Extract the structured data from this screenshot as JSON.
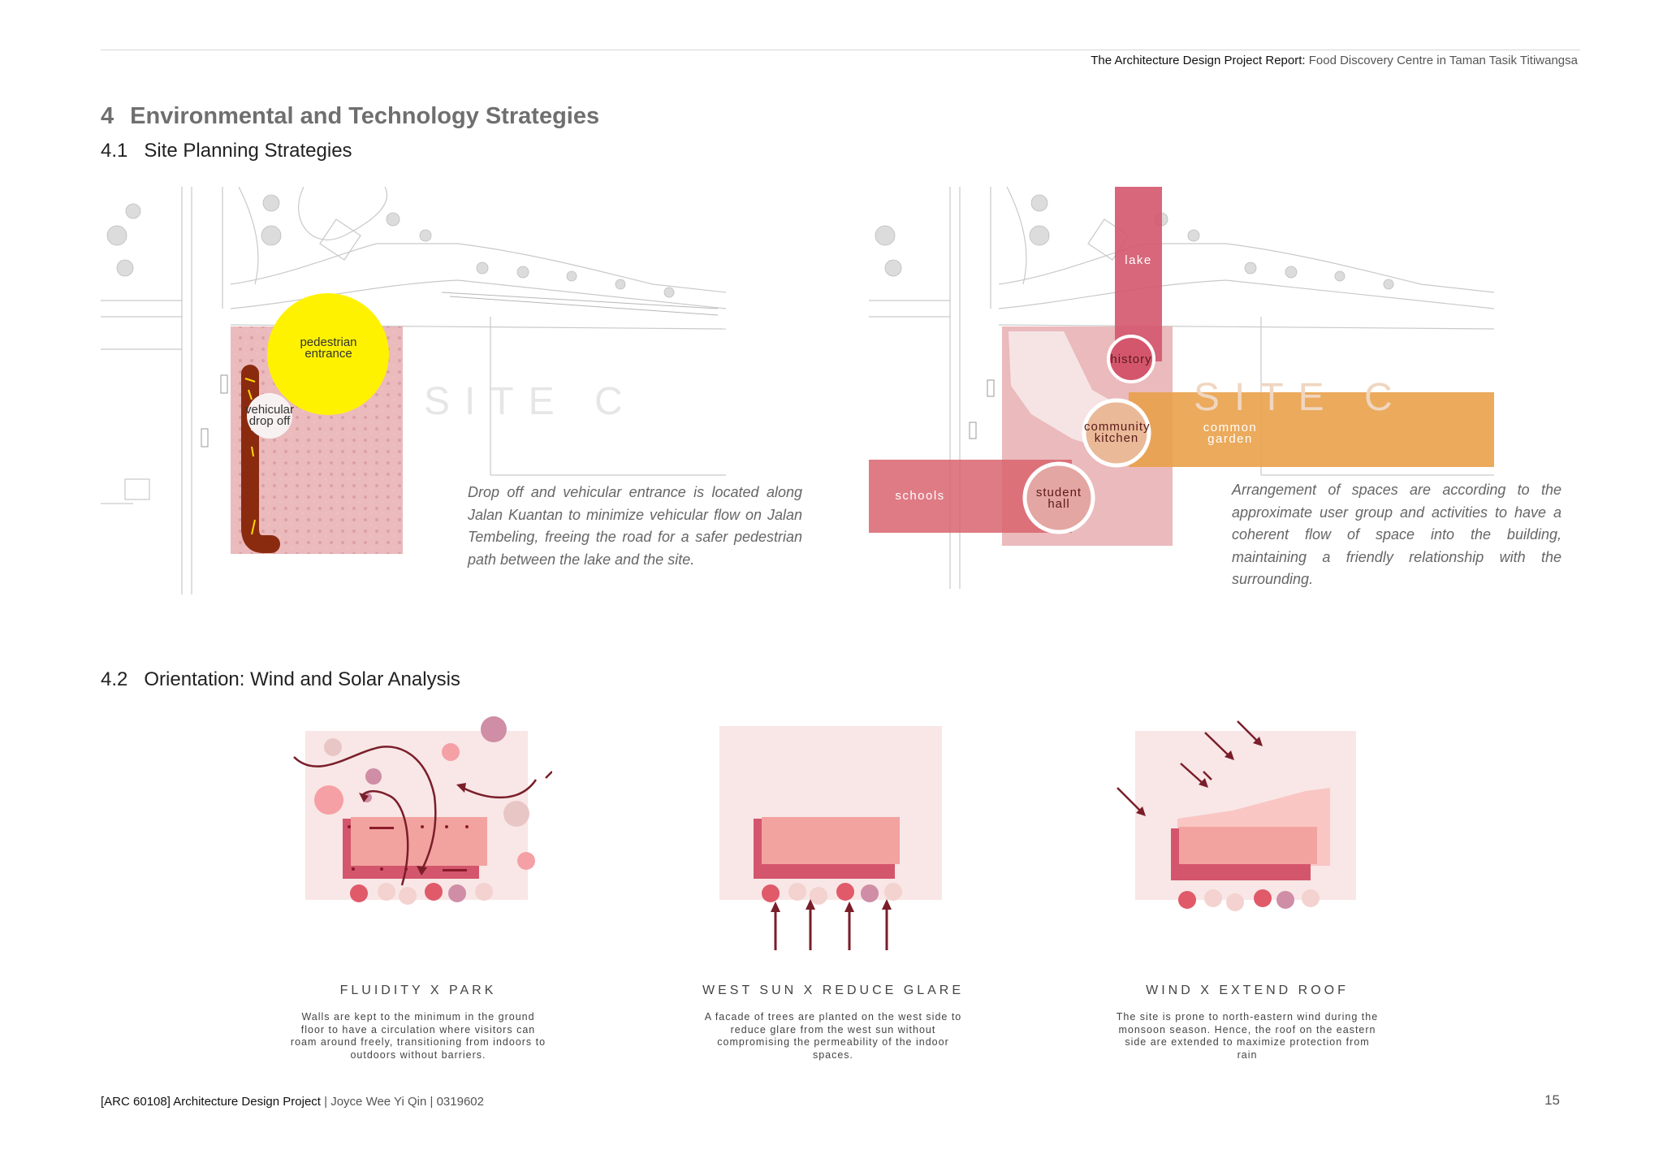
{
  "header": {
    "report": "The Architecture Design Project Report:",
    "subtitle": "Food Discovery Centre in Taman Tasik Titiwangsa"
  },
  "section": {
    "number": "4",
    "title": "Environmental and Technology Strategies"
  },
  "subsection1": {
    "number": "4.1",
    "title": "Site Planning Strategies"
  },
  "subsection2": {
    "number": "4.2",
    "title": "Orientation: Wind and Solar Analysis"
  },
  "map_left": {
    "site_label": "SITE C",
    "pedestrian_label": "pedestrian entrance",
    "vehicular_label": "vehicular drop off",
    "caption": "Drop off and vehicular entrance is located along Jalan Kuantan to minimize vehicular flow on Jalan Tembeling, freeing the road for a safer pedestrian path between the lake and the site."
  },
  "map_right": {
    "site_label": "SITE C",
    "lake_label": "lake",
    "history_label": "history",
    "community_label": "community kitchen",
    "garden_label": "common garden",
    "schools_label": "schools",
    "student_label": "student hall",
    "caption": "Arrangement of spaces are according to the approximate user group and activities to have a coherent flow of space into the building, maintaining a friendly relationship with the surrounding."
  },
  "diagrams": [
    {
      "title": "FLUIDITY X PARK",
      "text": "Walls are kept to the minimum in the ground floor to have a circulation where visitors can roam around freely, transitioning from indoors to outdoors without barriers."
    },
    {
      "title": "WEST SUN X REDUCE GLARE",
      "text": "A facade of trees are planted on the west side to reduce glare from the west sun without compromising the permeability of the indoor spaces."
    },
    {
      "title": "WIND X EXTEND ROOF",
      "text": "The site is prone to north-eastern wind during the monsoon season. Hence, the roof on the eastern side are extended to maximize protection from rain"
    }
  ],
  "footer": {
    "course": "[ARC 60108] Architecture Design Project",
    "author": "Joyce Wee Yi Qin",
    "id": "0319602",
    "separator": "|"
  },
  "page_number": "15",
  "colors": {
    "pink": "#e8aeb0",
    "crimson": "#d4566d",
    "orange": "#e9a14a",
    "yellow": "#fff200",
    "brown": "#8a2b10",
    "wine": "#7a1e2a"
  }
}
